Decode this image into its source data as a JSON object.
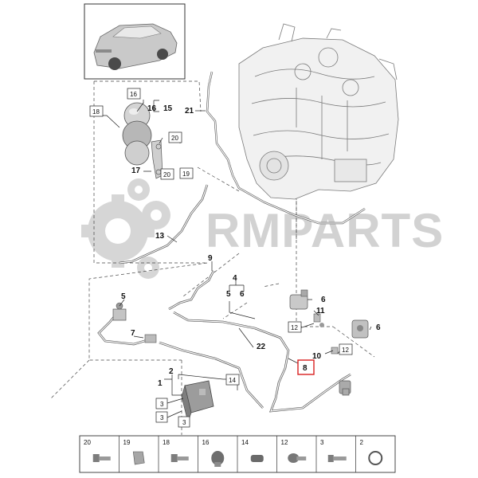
{
  "watermark": "RMPARTS",
  "callouts": {
    "c1": "1",
    "c2": "2",
    "c4": "4",
    "c5a": "5",
    "c5b": "5",
    "c6a": "6",
    "c6b": "6",
    "c6c": "6",
    "c7": "7",
    "c8": "8",
    "c9": "9",
    "c10": "10",
    "c11": "11",
    "c13": "13",
    "c15": "15",
    "c16": "16",
    "c17": "17",
    "c21": "21",
    "c22": "22"
  },
  "boxed": {
    "b16": "16",
    "b18": "18",
    "b20a": "20",
    "b20b": "20",
    "b19": "19",
    "b12a": "12",
    "b12b": "12",
    "b14": "14",
    "b3a": "3",
    "b3b": "3",
    "b3c": "3"
  },
  "highlight": {
    "label": "8",
    "color": "#d92020"
  },
  "legend": [
    "20",
    "19",
    "18",
    "16",
    "14",
    "12",
    "3",
    "2"
  ]
}
